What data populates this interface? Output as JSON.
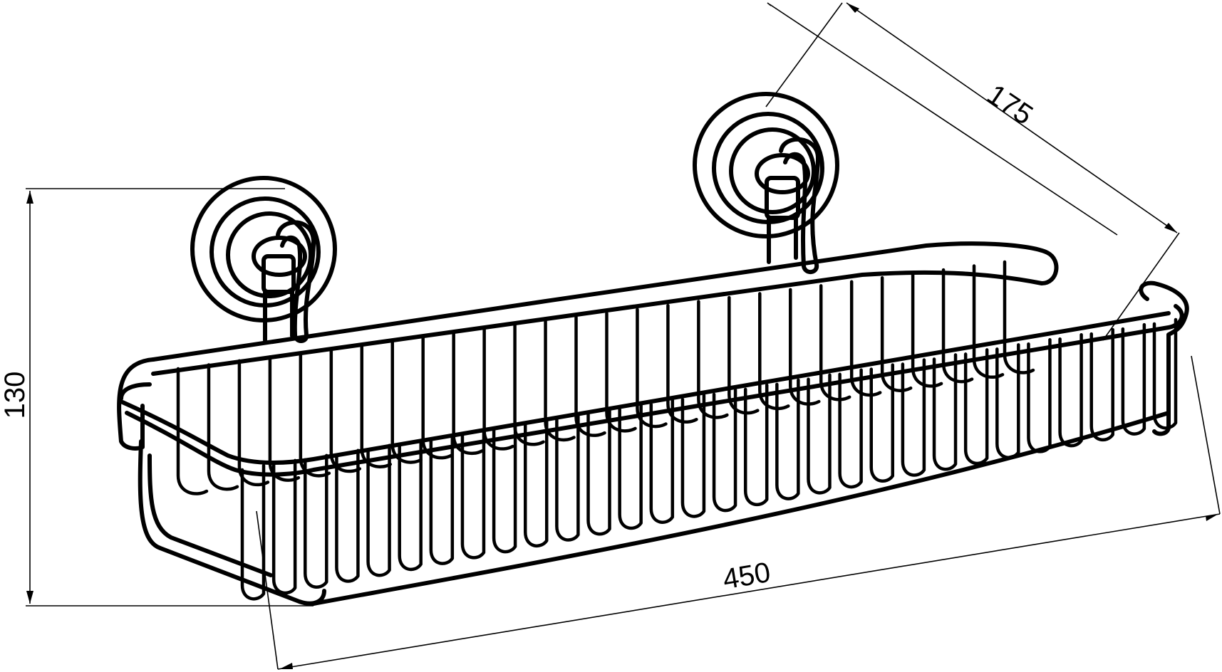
{
  "diagram": {
    "type": "technical-drawing",
    "dimensions": {
      "depth": "175",
      "height": "130",
      "width": "450"
    }
  }
}
